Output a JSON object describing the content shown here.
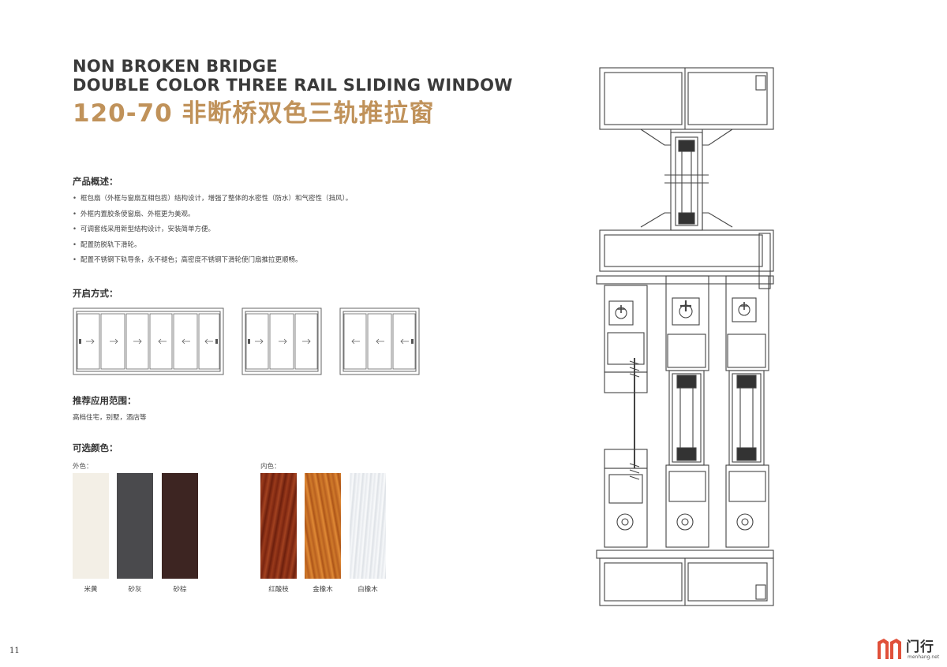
{
  "title": {
    "en_line1": "NON BROKEN BRIDGE",
    "en_line2": "DOUBLE COLOR THREE RAIL SLIDING WINDOW",
    "cn": "120-70 非断桥双色三轨推拉窗"
  },
  "overview": {
    "heading": "产品概述：",
    "bullets": [
      "框包扇（外框与窗扇互相包揽）结构设计，增强了整体的水密性（防水）和气密性（挡风）。",
      "外框内置胶条使窗扇、外框更为美观。",
      "可调套线采用新型结构设计，安装简单方便。",
      "配置防脱轨下滑轮。",
      "配置不锈钢下轨导条，永不褪色；高密度不锈钢下滑轮使门扇推拉更顺畅。"
    ]
  },
  "opening": {
    "heading": "开启方式："
  },
  "usage": {
    "heading": "推荐应用范围：",
    "text": "高档住宅，别墅，酒店等"
  },
  "colors": {
    "heading": "可选颜色：",
    "outer_label": "外色：",
    "inner_label": "内色：",
    "outer": [
      {
        "name": "米黄",
        "color": "#f3efe6"
      },
      {
        "name": "砂灰",
        "color": "#4a4a4d"
      },
      {
        "name": "砂棕",
        "color": "#3d2522"
      }
    ],
    "inner": [
      {
        "name": "红酸枝",
        "color": "#8c2d15"
      },
      {
        "name": "金橡木",
        "color": "#c06a1c"
      },
      {
        "name": "白橡木",
        "color": "#f4f6f8"
      }
    ]
  },
  "page": {
    "number": "11"
  },
  "logo": {
    "text": "门行",
    "site": "menhang.net",
    "color": "#e0503a"
  }
}
